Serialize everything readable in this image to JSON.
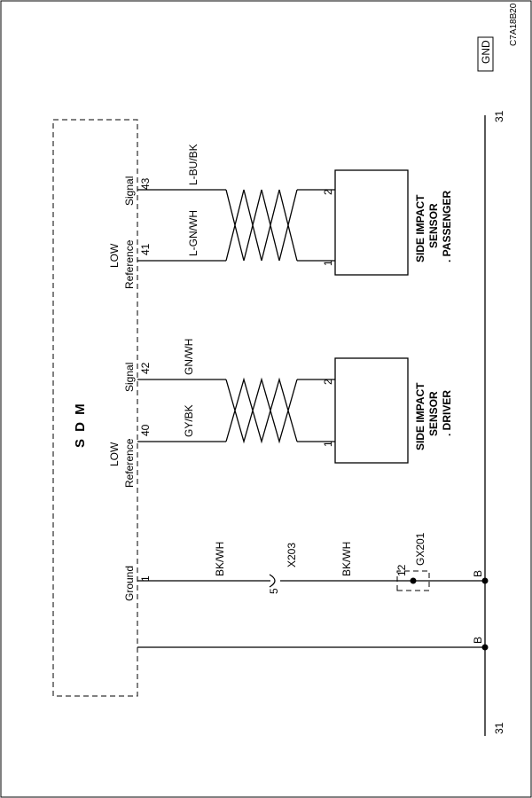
{
  "diagram_id": "C7A18B20",
  "gnd_box": "GND",
  "sdm": {
    "title": "S D M",
    "pin_ground": "Ground",
    "pin_low_reference_1": "LOW",
    "pin_low_reference_2": "Reference",
    "pin_signal": "Signal",
    "pin_numbers": {
      "ground": "1",
      "driver_low": "40",
      "driver_signal": "42",
      "pass_low": "41",
      "pass_signal": "43"
    }
  },
  "wires": {
    "ground_1": "BK/WH",
    "ground_2": "BK/WH",
    "driver_low": "GY/BK",
    "driver_signal": "GN/WH",
    "pass_low": "L-GN/WH",
    "pass_signal": "L-BU/BK"
  },
  "connector_x203": {
    "name": "X203",
    "pin": "5"
  },
  "ground_gx201": {
    "name": "GX201",
    "pin": "12"
  },
  "splice_label": "B",
  "ground_bus": {
    "label_left": "31",
    "label_right": "31"
  },
  "sensor_driver": {
    "line1": "SIDE IMPACT",
    "line2": "SENSOR",
    "line3": ". DRIVER",
    "pin1": "1",
    "pin2": "2"
  },
  "sensor_passenger": {
    "line1": "SIDE IMPACT",
    "line2": "SENSOR",
    "line3": ". PASSENGER",
    "pin1": "1",
    "pin2": "2"
  }
}
